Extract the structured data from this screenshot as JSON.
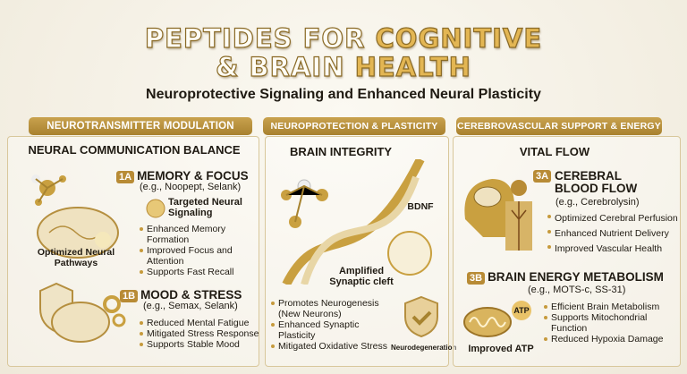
{
  "title": {
    "part1": "PEPTIDES FOR ",
    "part2": "COGNITIVE",
    "part3": "& BRAIN ",
    "part4": "HEALTH"
  },
  "subtitle": "Neuroprotective Signaling and Enhanced Neural Plasticity",
  "col1": {
    "header": "NEUROTRANSMITTER MODULATION",
    "heading": "NEURAL COMMUNICATION BALANCE",
    "a": {
      "badge": "1A",
      "title": "MEMORY & FOCUS",
      "eg": "(e.g., Noopept, Selank)",
      "callout": "Targeted Neural Signaling",
      "image_label": "Optimized Neural Pathways",
      "bullets": [
        "Enhanced Memory Formation",
        "Improved Focus and Attention",
        "Supports Fast Recall"
      ]
    },
    "b": {
      "badge": "1B",
      "title": "MOOD & STRESS",
      "eg": "(e.g., Semax, Selank)",
      "bullets": [
        "Reduced Mental Fatigue",
        "Mitigated Stress Response",
        "Supports Stable Mood"
      ]
    }
  },
  "col2": {
    "header": "NEUROPROTECTION & PLASTICITY",
    "heading": "BRAIN INTEGRITY",
    "bdnf": "BDNF",
    "cleft": "Amplified Synaptic cleft",
    "shield_label": "Neurodegeneration",
    "bullets": [
      "Promotes Neurogenesis (New Neurons)",
      "Enhanced Synaptic Plasticity",
      "Mitigated Oxidative Stress"
    ]
  },
  "col3": {
    "header": "CEREBROVASCULAR SUPPORT & ENERGY",
    "heading": "VITAL FLOW",
    "a": {
      "badge": "3A",
      "title": "CEREBRAL BLOOD FLOW",
      "eg": "(e.g., Cerebrolysin)",
      "bullets": [
        "Optimized Cerebral Perfusion",
        "Enhanced Nutrient Delivery",
        "Improved Vascular Health"
      ]
    },
    "b": {
      "badge": "3B",
      "title": "BRAIN ENERGY METABOLISM",
      "eg": "(e.g., MOTS-c, SS-31)",
      "atp": "ATP",
      "image_label": "Improved ATP",
      "bullets": [
        "Efficient Brain Metabolism",
        "Supports Mitochondrial Function",
        "Reduced Hypoxia Damage"
      ]
    }
  },
  "colors": {
    "gold": "#b88b35",
    "text": "#1f1a12"
  }
}
